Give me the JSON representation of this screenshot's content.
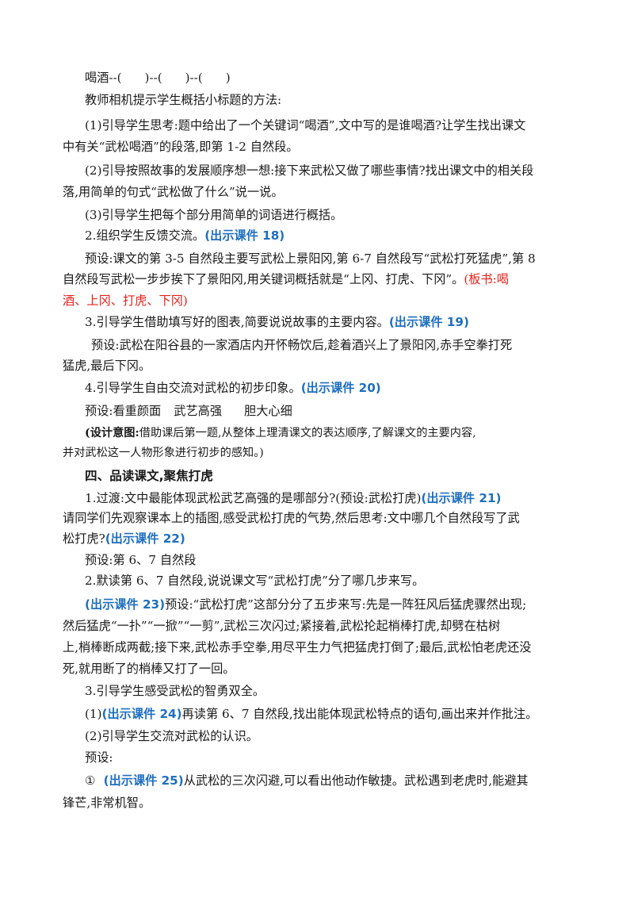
{
  "lines": {
    "l1": "喝酒--(      )--(      )--(      )",
    "l2": "教师相机提示学生概括小标题的方法:",
    "l3": "(1)引导学生思考:题中给出了一个关键词“喝酒”,文中写的是谁喝酒?让学生找出课文",
    "l4": "中有关“武松喝酒”的段落,即第 1-2 自然段。",
    "l5": "(2)引导按照故事的发展顺序想一想:接下来武松又做了哪些事情?找出课文中的相关段",
    "l6": "落,用简单的句式“武松做了什么”说一说。",
    "l7": "(3)引导学生把每个部分用简单的词语进行概括。",
    "l8a": "2.组织学生反馈交流。",
    "l8b": "(出示课件 18)",
    "l9": "预设:课文的第 3-5 自然段主要写武松上景阳冈,第 6-7 自然段写“武松打死猛虎”,第 8",
    "l10a": "自然段写武松一步步挨下了景阳冈,用关键词概括就是“上冈、打虎、下冈”。",
    "l10b": "(板书:喝",
    "l11": "酒、上冈、打虎、下冈)",
    "l12a": "3.引导学生借助填写好的图表,简要说说故事的主要内容。",
    "l12b": "(出示课件 19)",
    "l13": "预设:武松在阳谷县的一家酒店内开怀畅饮后,趁着酒兴上了景阳冈,赤手空拳打死",
    "l14": "猛虎,最后下冈。",
    "l15a": "4.引导学生自由交流对武松的初步印象。",
    "l15b": "(出示课件 20)",
    "l16a": "预设:看重颜面",
    "l16b": "武艺高强",
    "l16c": "胆大心细",
    "l17a": "(设计意图:",
    "l17b": "借助课后第一题,从整体上理清课文的表达顺序,了解课文的主要内容,",
    "l18": "并对武松这一人物形象进行初步的感知。)",
    "l19": "四、品读课文,聚焦打虎",
    "l20a": "1.过渡:文中最能体现武松武艺高强的是哪部分?(预设:武松打虎)",
    "l20b": "(出示课件 21)",
    "l21": "请同学们先观察课本上的插图,感受武松打虎的气势,然后思考:文中哪几个自然段写了武",
    "l22a": "松打虎?",
    "l22b": "(出示课件 22)",
    "l23": "预设:第 6、7 自然段",
    "l24": "2.默读第 6、7 自然段,说说课文写“武松打虎”分了哪几步来写。",
    "l25a": "(出示课件 23)",
    "l25b": "预设:“武松打虎”这部分分了五步来写:先是一阵狂风后猛虎骤然出现;",
    "l26": "然后猛虎“一扑”“一掀”“一剪”,武松三次闪过;紧接着,武松抡起梢棒打虎,却劈在枯树",
    "l27": "上,梢棒断成两截;接下来,武松赤手空拳,用尽平生力气把猛虎打倒了;最后,武松怕老虎还没",
    "l28": "死,就用断了的梢棒又打了一回。",
    "l29": "3.引导学生感受武松的智勇双全。",
    "l30a": "(1)",
    "l30b": "(出示课件 24)",
    "l30c": "再读第 6、7 自然段,找出能体现武松特点的语句,画出来并作批注。",
    "l31": "(2)引导学生交流对武松的认识。",
    "l32": "预设:",
    "l33a": "①",
    "l33b": "(出示课件 25)",
    "l33c": "从武松的三次闪避,可以看出他动作敏捷。武松遇到老虎时,能避其",
    "l34": "锋芒,非常机智。"
  },
  "colors": {
    "courseware": "#1f6fc0",
    "board": "#e8211b",
    "text": "#1a1a1a"
  }
}
